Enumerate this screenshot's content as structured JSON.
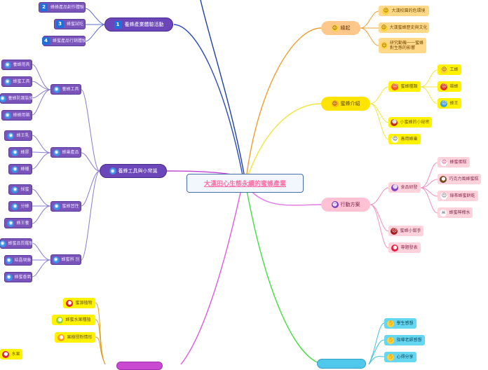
{
  "root": {
    "title": "大漢田心生態永續的蜜蜂產業"
  },
  "branches": {
    "origin": {
      "label": "緣起",
      "items": [
        "大漢校園的危環境",
        "大漢蜜蜂歷史與文化",
        "研究動機一一蜜蜂對生態的影響"
      ]
    },
    "intro": {
      "label": "蜜蜂介紹",
      "types_label": "蜜蜂種類",
      "types": [
        "工蜂",
        "雄蜂",
        "蜂王"
      ],
      "items": [
        "小蜜蜂的小秘密",
        "善用蜂巢"
      ]
    },
    "action": {
      "label": "行動方案",
      "food_label": "食品研發",
      "foods": [
        "蜂蜜蛋糕",
        "巧克力風蜂蜜糕",
        "綠茶蜂蜜餅乾",
        "蜂蜜檸檬水"
      ],
      "items": [
        "蜜蜂小幫手",
        "專題發表"
      ]
    },
    "share": {
      "items": [
        "學生感想",
        "指導老師感想",
        "心得分享"
      ]
    },
    "experience": {
      "label": "養蜂產業體驗活動",
      "items": [
        {
          "num": "2",
          "label": "蜂蜂產品創作體驗"
        },
        {
          "num": "3",
          "label": "蜂蜜試吃"
        },
        {
          "num": "4",
          "label": "蜂蜜產品行銷體驗"
        }
      ]
    },
    "tools": {
      "label": "養蜂工具與小常識",
      "groups": [
        {
          "label": "養蜂工具",
          "items": [
            "養蜂用具",
            "蜂蜜工具",
            "養蜂防護裝備",
            "蜂蜂用箱"
          ]
        },
        {
          "label": "蜂巢產品",
          "items": [
            "蜂王乳",
            "蜂膠",
            "蜂蠟"
          ]
        },
        {
          "label": "蜜蜂習性",
          "items": [
            "採蜜",
            "分蜂",
            "蜂王養"
          ]
        },
        {
          "label": "蜂蜜辨 別",
          "items": [
            "蜂蜜品質鑑驗",
            "結晶現象",
            "蜂蜜香氣"
          ]
        }
      ]
    },
    "fruit": {
      "items": [
        "蜜源植物",
        "蜂蜜水果種植",
        "果樹授粉情形"
      ],
      "extra": "水果"
    }
  }
}
